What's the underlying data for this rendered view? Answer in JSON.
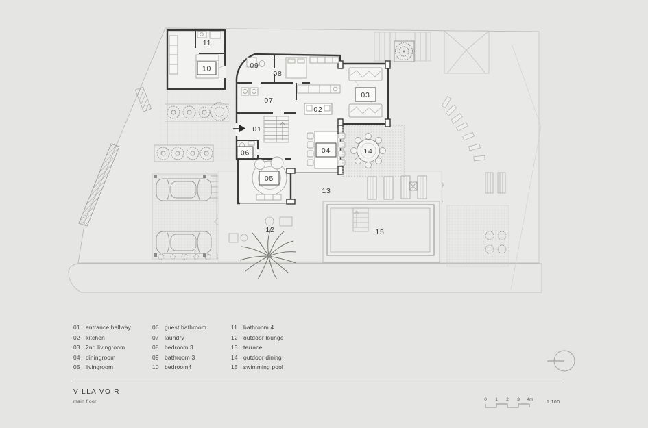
{
  "document": {
    "title": "VILLA VOIR",
    "subtitle": "main floor",
    "scale_ratio": "1:100",
    "scale_unit_labels": [
      "0",
      "1",
      "2",
      "3",
      "4m"
    ]
  },
  "legend": {
    "items": [
      {
        "number": "01",
        "label": "entrance hallway"
      },
      {
        "number": "02",
        "label": "kitchen"
      },
      {
        "number": "03",
        "label": "2nd livingroom"
      },
      {
        "number": "04",
        "label": "diningroom"
      },
      {
        "number": "05",
        "label": "livingroom"
      },
      {
        "number": "06",
        "label": "guest bathroom"
      },
      {
        "number": "07",
        "label": "laundry"
      },
      {
        "number": "08",
        "label": "bedroom 3"
      },
      {
        "number": "09",
        "label": "bathroom 3"
      },
      {
        "number": "10",
        "label": "bedroom4"
      },
      {
        "number": "11",
        "label": "bathroom 4"
      },
      {
        "number": "12",
        "label": "outdoor lounge"
      },
      {
        "number": "13",
        "label": "terrace"
      },
      {
        "number": "14",
        "label": "outdoor dining"
      },
      {
        "number": "15",
        "label": "swimming pool"
      }
    ]
  },
  "colors": {
    "background": "#e5e5e3",
    "walls": "#3b3b3b",
    "light_lines": "#bcbcba",
    "text": "#3f3f41"
  }
}
